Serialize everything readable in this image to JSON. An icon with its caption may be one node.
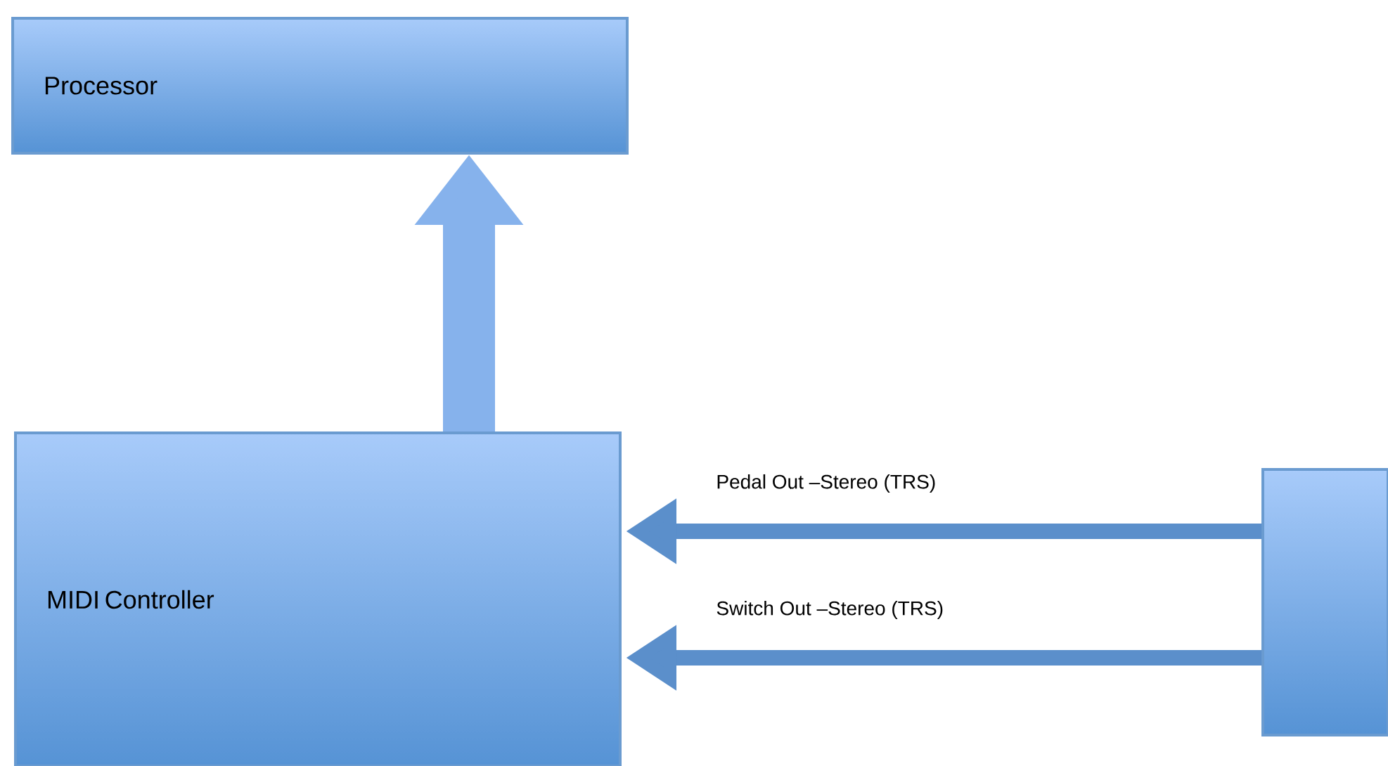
{
  "diagram": {
    "nodes": [
      {
        "text": [
          "Processor"
        ]
      },
      {
        "text": [
          "MIDI Controller"
        ]
      },
      {
        "text": [],
        "shape": "box"
      }
    ],
    "edges": [
      {
        "from": 1,
        "to": 0,
        "arrow": "to",
        "style": "thick"
      },
      {
        "from": 2,
        "to": 1,
        "arrow": "to",
        "label": "Pedal Out –Stereo (TRS)"
      },
      {
        "from": 2,
        "to": 1,
        "arrow": "to",
        "label": "Switch Out –Stereo (TRS)"
      }
    ]
  }
}
